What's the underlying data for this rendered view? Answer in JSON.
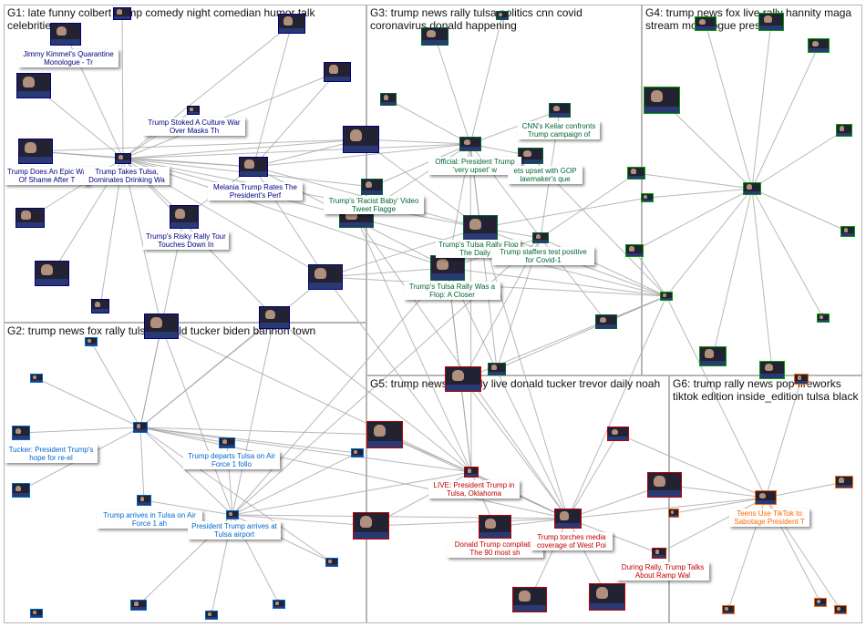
{
  "group_colors": {
    "G1": "#000080",
    "G2": "#0066CC",
    "G3": "#006633",
    "G4": "#00A000",
    "G5": "#C00000",
    "G6": "#FF6600",
    "edge": "#A0A0A0"
  },
  "groups": [
    {
      "id": "G1",
      "title": "G1: late funny colbert trump comedy night comedian humor talk celebrities"
    },
    {
      "id": "G2",
      "title": "G2: trump news fox rally tulsa donald tucker biden bannon town"
    },
    {
      "id": "G3",
      "title": "G3: trump news rally tulsa politics cnn covid coronavirus donald happening"
    },
    {
      "id": "G4",
      "title": "G4: trump news fox live rally hannity maga stream monologue president"
    },
    {
      "id": "G5",
      "title": "G5: trump news fox rally live donald tucker trevor daily noah"
    },
    {
      "id": "G6",
      "title": "G6: trump rally news pop fireworks tiktok edition inside_edition tulsa black"
    }
  ],
  "labels": [
    {
      "id": "l1",
      "group": "G1",
      "lines": [
        "Jimmy Kimmel's Quarantine",
        "Monologue - Tr"
      ]
    },
    {
      "id": "l2",
      "group": "G1",
      "lines": [
        "Trump Stoked A Culture War",
        "Over Masks Th"
      ]
    },
    {
      "id": "l3",
      "group": "G1",
      "lines": [
        "Trump Does An Epic Wa",
        "Of Shame After T"
      ]
    },
    {
      "id": "l4",
      "group": "G1",
      "lines": [
        "Trump Takes Tulsa,",
        "Dominates Drinking Wa"
      ]
    },
    {
      "id": "l5",
      "group": "G1",
      "lines": [
        "Melania Trump Rates The",
        "President's Perf"
      ]
    },
    {
      "id": "l6",
      "group": "G1",
      "lines": [
        "Trump's Risky Rally Tour",
        "Touches Down In"
      ]
    },
    {
      "id": "l7",
      "group": "G3",
      "lines": [
        "CNN's Keilar confronts",
        "Trump campaign of"
      ]
    },
    {
      "id": "l8",
      "group": "G3",
      "lines": [
        "Official: President Trump",
        "'very upset' w"
      ]
    },
    {
      "id": "l9",
      "group": "G3",
      "lines": [
        "ets upset with GOP",
        "lawmaker's que"
      ]
    },
    {
      "id": "l10",
      "group": "G3",
      "lines": [
        "Trump's 'Racist Baby' Video",
        "Tweet Flagge"
      ]
    },
    {
      "id": "l11",
      "group": "G3",
      "lines": [
        "Trump's Tulsa Rally Flop",
        "The Daily S"
      ]
    },
    {
      "id": "l12",
      "group": "G3",
      "lines": [
        "Trump staffers test positive",
        "for Covid-1"
      ]
    },
    {
      "id": "l13",
      "group": "G3",
      "lines": [
        "Trump's Tulsa Rally Was a",
        "Flop: A Closer"
      ]
    },
    {
      "id": "l14",
      "group": "G2",
      "lines": [
        "Tucker: President Trump's",
        "hope for re-el"
      ]
    },
    {
      "id": "l15",
      "group": "G2",
      "lines": [
        "Trump departs Tulsa on Air",
        "Force 1 follo"
      ]
    },
    {
      "id": "l16",
      "group": "G2",
      "lines": [
        "Trump arrives in Tulsa on Air",
        "Force 1 ah"
      ]
    },
    {
      "id": "l17",
      "group": "G2",
      "lines": [
        "President Trump arrives at",
        "Tulsa airport"
      ]
    },
    {
      "id": "l18",
      "group": "G5",
      "lines": [
        "LIVE: President Trump in",
        "Tulsa, Oklahoma"
      ]
    },
    {
      "id": "l19",
      "group": "G5",
      "lines": [
        "Donald Trump compilatio",
        "The 90 most sh"
      ]
    },
    {
      "id": "l20",
      "group": "G5",
      "lines": [
        "Trump torches media",
        "coverage of West Poi"
      ]
    },
    {
      "id": "l21",
      "group": "G5",
      "lines": [
        "During Rally, Trump Talks",
        "About Ramp Wal"
      ]
    },
    {
      "id": "l22",
      "group": "G6",
      "lines": [
        "Teens Use TikTok to",
        "Sabotage President T"
      ]
    }
  ]
}
